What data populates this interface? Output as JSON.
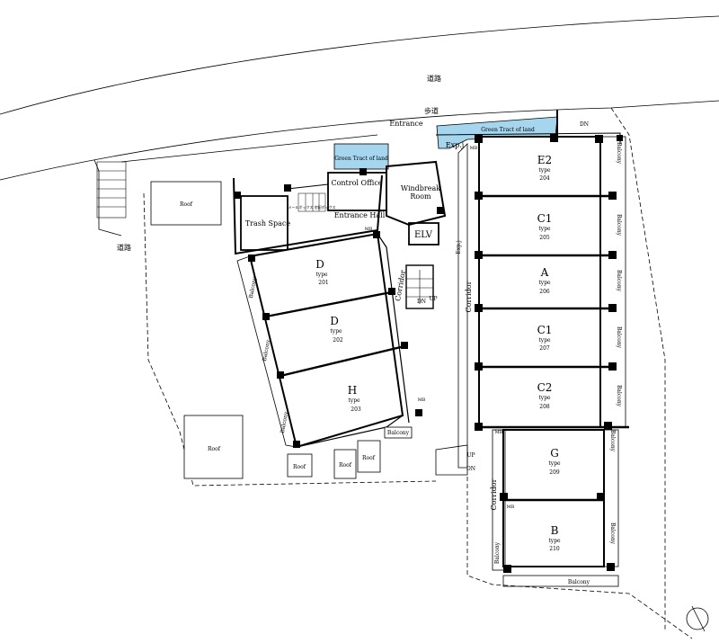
{
  "road_top": "道路",
  "sidewalk": "歩道",
  "road_left": "道路",
  "entrance": "Entrance",
  "green_tract_1": "Green Tract of land",
  "green_tract_2": "Green Tract of land",
  "exp_j_top": "Exp.j",
  "exp_j_side": "Exp.j",
  "dn_top": "DN",
  "roof_1": "Roof",
  "roof_2": "Roof",
  "roof_3": "Roof",
  "roof_4": "Roof",
  "roof_5": "Roof",
  "trash_space": "Trash Space",
  "control_office": "Control Office",
  "entrance_hall": "Entrance Hall",
  "mailbox": "メールボックス 宅配ボックス",
  "windbreak_1": "Windbreak",
  "windbreak_2": "Room",
  "elv": "ELV",
  "corridor_1": "Corridor",
  "corridor_2": "Corridor",
  "corridor_3": "Corridor",
  "stair_dn": "DN",
  "stair_up": "UP",
  "stair2_up": "UP",
  "stair2_dn": "DN",
  "mb": "MB",
  "balcony": "Balcony",
  "units": [
    {
      "name": "D",
      "type": "type",
      "no": "201"
    },
    {
      "name": "D",
      "type": "type",
      "no": "202"
    },
    {
      "name": "H",
      "type": "type",
      "no": "203"
    },
    {
      "name": "E2",
      "type": "type",
      "no": "204"
    },
    {
      "name": "C1",
      "type": "type",
      "no": "205"
    },
    {
      "name": "A",
      "type": "type",
      "no": "206"
    },
    {
      "name": "C1",
      "type": "type",
      "no": "207"
    },
    {
      "name": "C2",
      "type": "type",
      "no": "208"
    },
    {
      "name": "G",
      "type": "type",
      "no": "209"
    },
    {
      "name": "B",
      "type": "type",
      "no": "210"
    }
  ]
}
